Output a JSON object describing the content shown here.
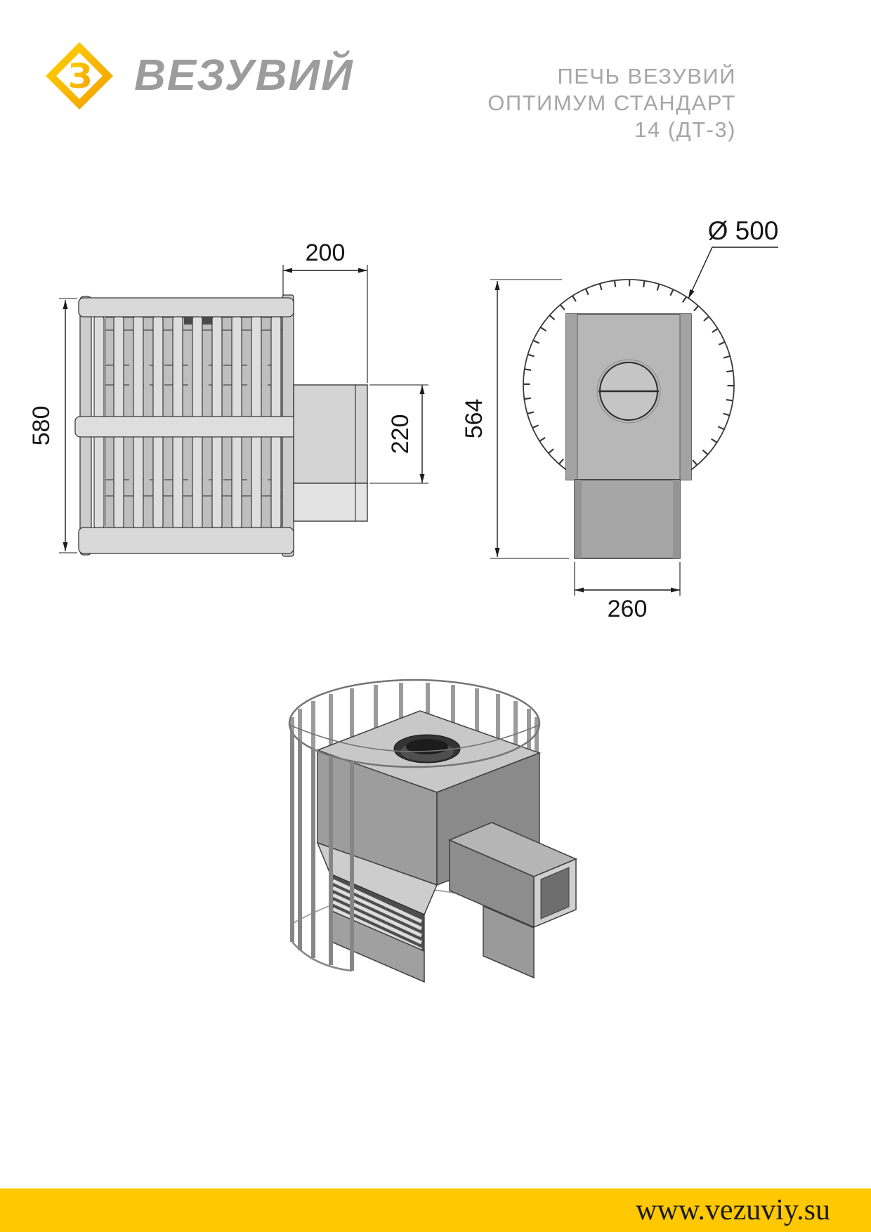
{
  "header": {
    "brand": "ВЕЗУВИЙ",
    "logo_glyph": "З",
    "product_title_lines": [
      "ПЕЧЬ ВЕЗУВИЙ",
      "ОПТИМУМ СТАНДАРТ",
      "14 (ДТ-3)"
    ]
  },
  "dimensions": {
    "side_height": "580",
    "tunnel_length": "200",
    "tunnel_height": "220",
    "diameter": "Ø 500",
    "front_height": "564",
    "tunnel_width": "260"
  },
  "footer": {
    "website": "www.vezuviy.su"
  },
  "colors": {
    "accent": "#FFC800",
    "brand_text": "#9C9C9C",
    "title_text": "#A6A6A6",
    "footer_text": "#1C1C1C",
    "logo_gold_start": "#FFD500",
    "logo_gold_end": "#F29C00"
  }
}
